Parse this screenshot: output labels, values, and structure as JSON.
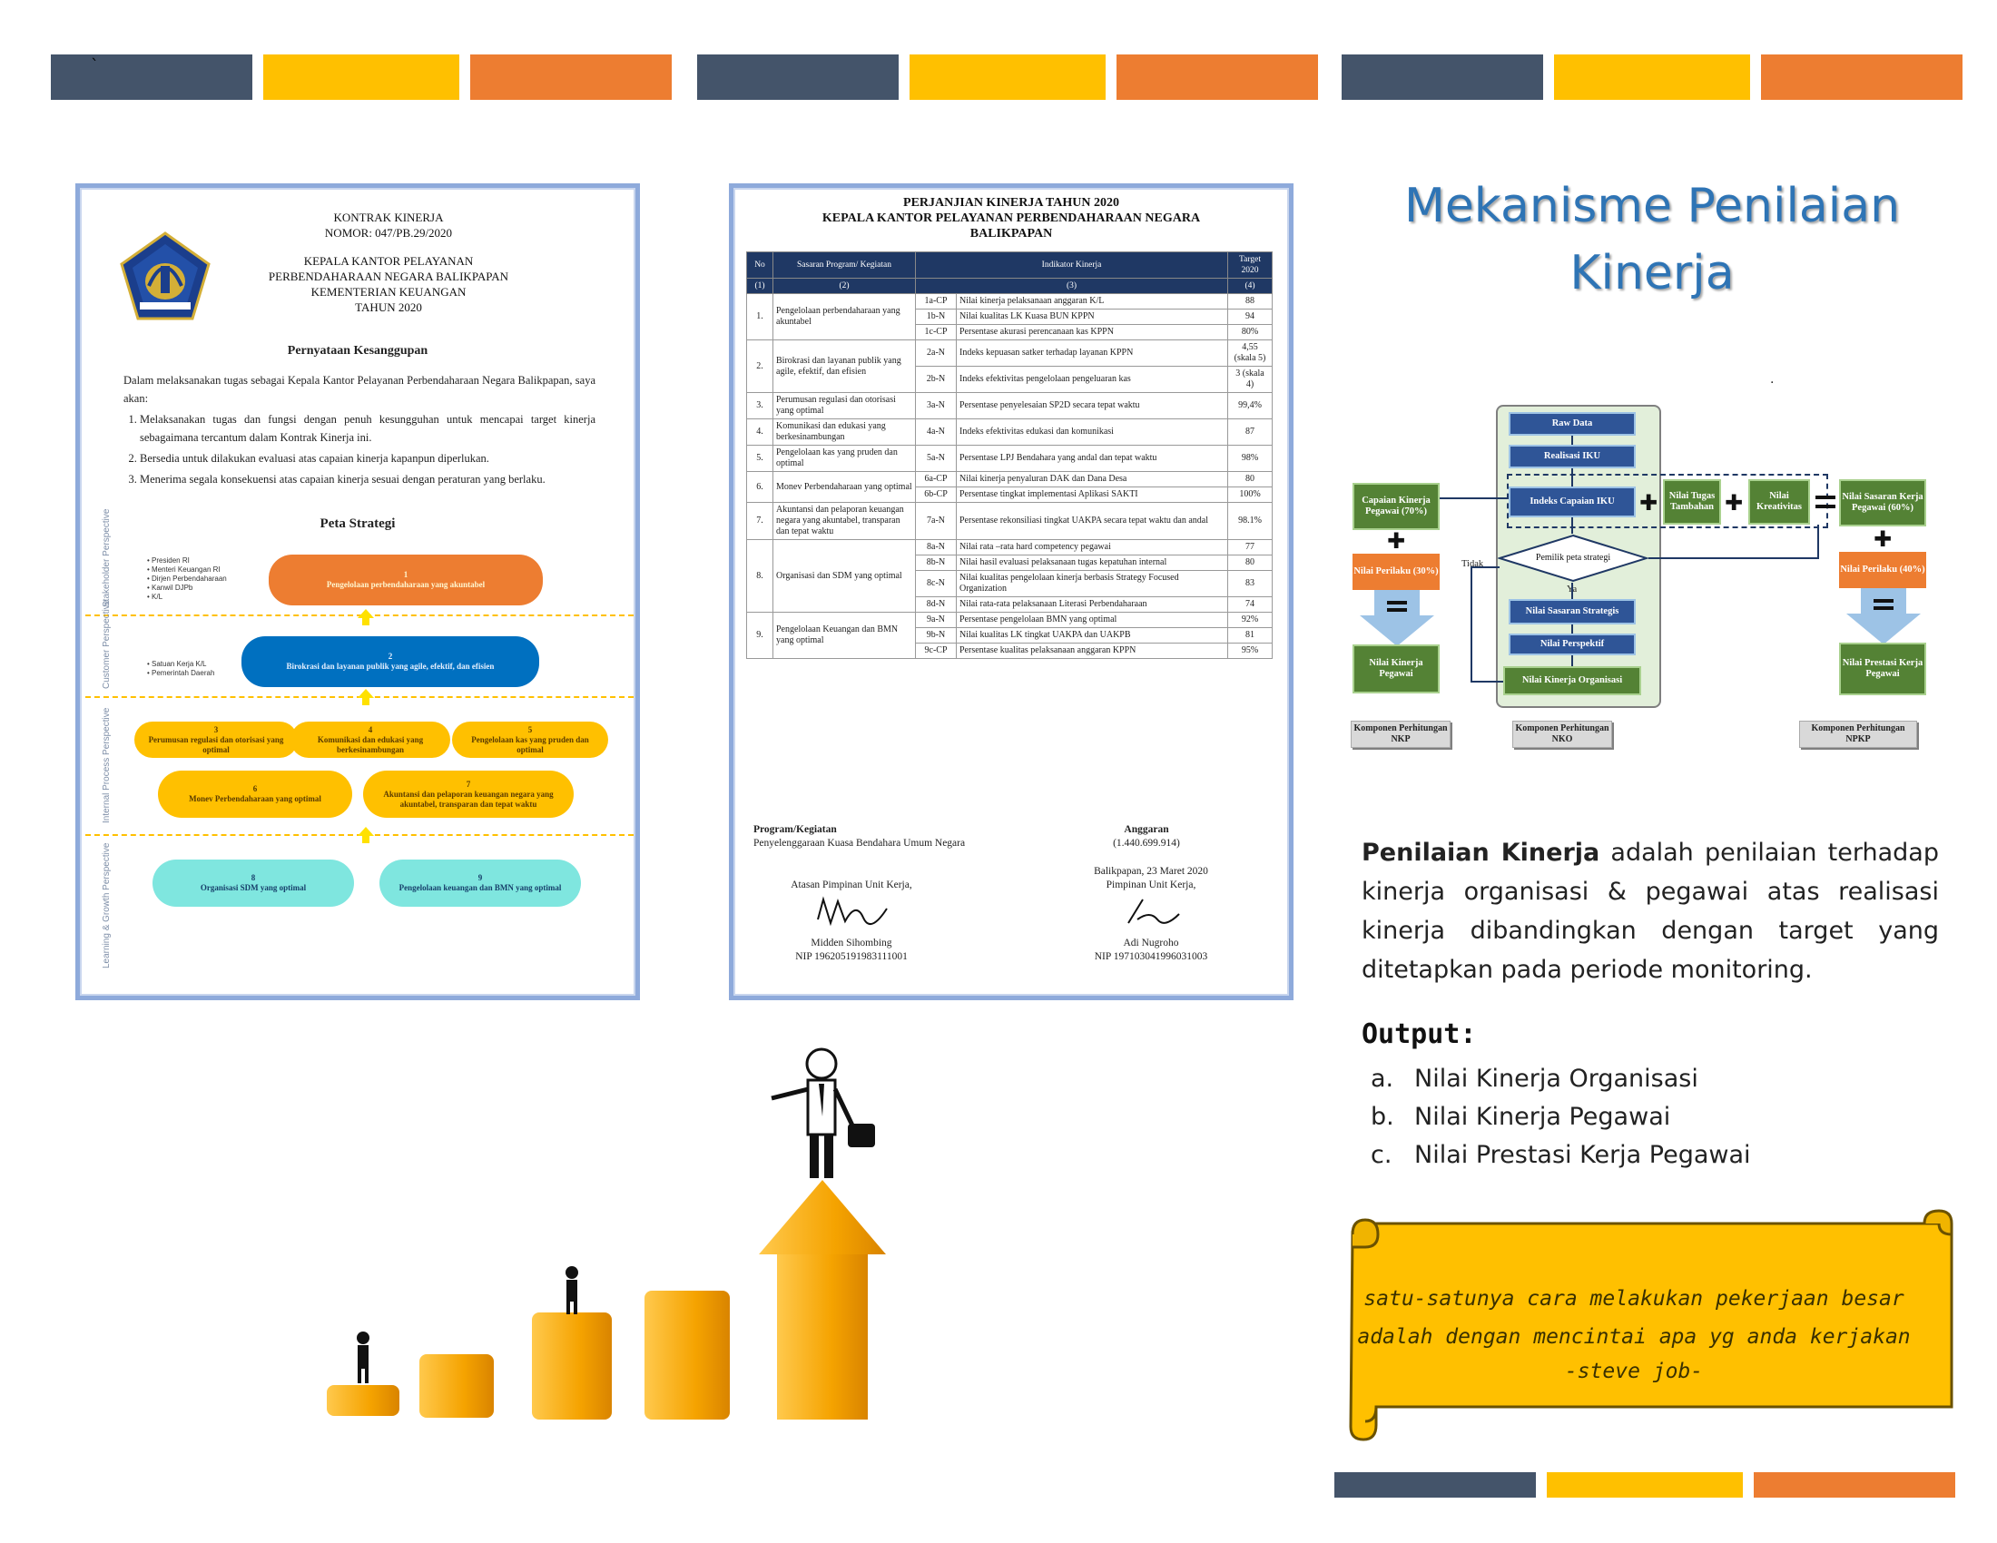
{
  "colors": {
    "navy": "#44546a",
    "gold": "#ffc000",
    "orange": "#ed7d31",
    "title_blue": "#2e74b5"
  },
  "top_mark": "`",
  "kontrak": {
    "title_lines": [
      "KONTRAK KINERJA",
      "NOMOR: 047/PB.29/2020"
    ],
    "office_lines": [
      "KEPALA KANTOR PELAYANAN",
      "PERBENDAHARAAN NEGARA BALIKPAPAN",
      "KEMENTERIAN KEUANGAN",
      "TAHUN 2020"
    ],
    "logo_icon": "kemenkeu-emblem-icon",
    "statement_title": "Pernyataan Kesanggupan",
    "intro": "Dalam melaksanakan tugas sebagai Kepala Kantor Pelayanan Perbendaharaan Negara Balikpapan, saya akan:",
    "items": [
      "Melaksanakan tugas dan fungsi dengan penuh kesungguhan untuk mencapai target kinerja sebagaimana tercantum dalam Kontrak Kinerja ini.",
      "Bersedia untuk dilakukan evaluasi atas capaian kinerja kapanpun diperlukan.",
      "Menerima segala konsekuensi atas capaian kinerja sesuai dengan peraturan yang berlaku."
    ],
    "map_title": "Peta Strategi",
    "perspectives": [
      "Stakeholder Perspective",
      "Customer Perspective",
      "Internal Process Perspective",
      "Learning & Growth Perspective"
    ],
    "stakeholders_1": [
      "• Presiden RI",
      "• Menteri Keuangan RI",
      "• Dirjen Perbendaharaan",
      "• Kanwil DJPb",
      "• K/L"
    ],
    "stakeholders_2": [
      "• Satuan Kerja K/L",
      "• Pemerintah Daerah"
    ],
    "objectives": [
      {
        "num": "1",
        "text": "Pengelolaan perbendaharaan yang akuntabel"
      },
      {
        "num": "2",
        "text": "Birokrasi dan layanan publik yang agile, efektif, dan efisien"
      },
      {
        "num": "3",
        "text": "Perumusan regulasi dan otorisasi yang optimal"
      },
      {
        "num": "4",
        "text": "Komunikasi dan edukasi yang berkesinambungan"
      },
      {
        "num": "5",
        "text": "Pengelolaan kas yang pruden dan optimal"
      },
      {
        "num": "6",
        "text": "Monev Perbendaharaan yang optimal"
      },
      {
        "num": "7",
        "text": "Akuntansi dan pelaporan keuangan negara yang akuntabel, transparan dan tepat waktu"
      },
      {
        "num": "8",
        "text": "Organisasi SDM yang optimal"
      },
      {
        "num": "9",
        "text": "Pengelolaan keuangan dan BMN yang optimal"
      }
    ]
  },
  "perjanjian": {
    "title_lines": [
      "PERJANJIAN KINERJA TAHUN 2020",
      "KEPALA KANTOR PELAYANAN PERBENDAHARAAN NEGARA",
      "BALIKPAPAN"
    ],
    "headers": [
      "No",
      "Sasaran Program/ Kegiatan",
      "Indikator Kinerja",
      "Target 2020"
    ],
    "subheaders": [
      "(1)",
      "(2)",
      "(3)",
      "(4)"
    ],
    "groups": [
      {
        "no": "1.",
        "sasaran": "Pengelolaan perbendaharaan yang akuntabel",
        "rows": [
          [
            "1a-CP",
            "Nilai kinerja pelaksanaan anggaran K/L",
            "88"
          ],
          [
            "1b-N",
            "Nilai kualitas LK Kuasa BUN KPPN",
            "94"
          ],
          [
            "1c-CP",
            "Persentase akurasi perencanaan kas KPPN",
            "80%"
          ]
        ]
      },
      {
        "no": "2.",
        "sasaran": "Birokrasi dan layanan publik yang agile, efektif, dan efisien",
        "rows": [
          [
            "2a-N",
            "Indeks kepuasan satker terhadap layanan KPPN",
            "4,55 (skala 5)"
          ],
          [
            "2b-N",
            "Indeks efektivitas pengelolaan pengeluaran kas",
            "3 (skala 4)"
          ]
        ]
      },
      {
        "no": "3.",
        "sasaran": "Perumusan regulasi dan otorisasi yang optimal",
        "rows": [
          [
            "3a-N",
            "Persentase penyelesaian SP2D secara tepat waktu",
            "99,4%"
          ]
        ]
      },
      {
        "no": "4.",
        "sasaran": "Komunikasi dan edukasi yang berkesinambungan",
        "rows": [
          [
            "4a-N",
            "Indeks efektivitas edukasi dan komunikasi",
            "87"
          ]
        ]
      },
      {
        "no": "5.",
        "sasaran": "Pengelolaan kas yang pruden dan optimal",
        "rows": [
          [
            "5a-N",
            "Persentase LPJ Bendahara yang andal dan tepat waktu",
            "98%"
          ]
        ]
      },
      {
        "no": "6.",
        "sasaran": "Monev Perbendaharaan yang optimal",
        "rows": [
          [
            "6a-CP",
            "Nilai kinerja penyaluran DAK dan Dana Desa",
            "80"
          ],
          [
            "6b-CP",
            "Persentase tingkat implementasi Aplikasi SAKTI",
            "100%"
          ]
        ]
      },
      {
        "no": "7.",
        "sasaran": "Akuntansi dan pelaporan keuangan negara yang akuntabel, transparan dan tepat waktu",
        "rows": [
          [
            "7a-N",
            "Persentase rekonsiliasi tingkat UAKPA secara tepat waktu dan andal",
            "98.1%"
          ]
        ]
      },
      {
        "no": "8.",
        "sasaran": "Organisasi dan SDM yang optimal",
        "rows": [
          [
            "8a-N",
            "Nilai rata –rata hard competency pegawai",
            "77"
          ],
          [
            "8b-N",
            "Nilai hasil evaluasi pelaksanaan tugas kepatuhan internal",
            "80"
          ],
          [
            "8c-N",
            "Nilai kualitas pengelolaan kinerja berbasis Strategy Focused Organization",
            "83"
          ],
          [
            "8d-N",
            "Nilai rata-rata pelaksanaan Literasi Perbendaharaan",
            "74"
          ]
        ]
      },
      {
        "no": "9.",
        "sasaran": "Pengelolaan Keuangan dan BMN yang optimal",
        "rows": [
          [
            "9a-N",
            "Persentase pengelolaan BMN yang optimal",
            "92%"
          ],
          [
            "9b-N",
            "Nilai kualitas LK tingkat UAKPA dan UAKPB",
            "81"
          ],
          [
            "9c-CP",
            "Persentase kualitas pelaksanaan anggaran KPPN",
            "95%"
          ]
        ]
      }
    ],
    "program_label": "Program/Kegiatan",
    "program_value": "Penyelenggaraan Kuasa Bendahara Umum Negara",
    "budget_label": "Anggaran",
    "budget_value": "(1.440.699.914)",
    "place_date": "Balikpapan, 23 Maret 2020",
    "left_role": "Atasan Pimpinan Unit Kerja,",
    "right_role": "Pimpinan Unit Kerja,",
    "left_name": "Midden Sihombing",
    "left_nip": "NIP 196205191983111001",
    "right_name": "Adi Nugroho",
    "right_nip": "NIP 197103041996031003"
  },
  "title": "Mekanisme Penilaian Kinerja",
  "diagram": {
    "dot": ".",
    "raw_data": "Raw Data",
    "realisasi": "Realisasi IKU",
    "indeks": "Indeks Capaian IKU",
    "pemilik": "Pemilik peta strategi",
    "tidak": "Tidak",
    "ya": "Ya",
    "nilai_sasaran": "Nilai Sasaran Strategis",
    "nilai_perspektif": "Nilai Perspektif",
    "nilai_org": "Nilai Kinerja Organisasi",
    "capaian_pegawai": "Capaian Kinerja Pegawai (70%)",
    "perilaku30": "Nilai Perilaku (30%)",
    "nilai_kinerja_pegawai": "Nilai Kinerja Pegawai",
    "tugas_tambahan": "Nilai Tugas Tambahan",
    "kreativitas": "Nilai Kreativitas",
    "sasaran_kerja": "Nilai Sasaran Kerja Pegawai (60%)",
    "perilaku40": "Nilai Perilaku (40%)",
    "prestasi": "Nilai Prestasi Kerja Pegawai",
    "komp_nkp": "Komponen Perhitungan NKP",
    "komp_nko": "Komponen Perhitungan NKO",
    "komp_npkp": "Komponen Perhitungan NPKP"
  },
  "description": {
    "term": "Penilaian Kinerja",
    "rest": " adalah penilaian terhadap kinerja organisasi & pegawai atas realisasi kinerja dibandingkan dengan target yang ditetapkan pada periode monitoring."
  },
  "output": {
    "label": "Output:",
    "items": [
      {
        "letter": "a.",
        "text": "Nilai Kinerja Organisasi"
      },
      {
        "letter": "b.",
        "text": "Nilai Kinerja Pegawai"
      },
      {
        "letter": "c.",
        "text": "Nilai Prestasi Kerja Pegawai"
      }
    ]
  },
  "quote": {
    "line1": "satu-satunya cara melakukan pekerjaan besar",
    "line2": "adalah dengan mencintai apa yg anda kerjakan",
    "line3": "-steve job-"
  }
}
